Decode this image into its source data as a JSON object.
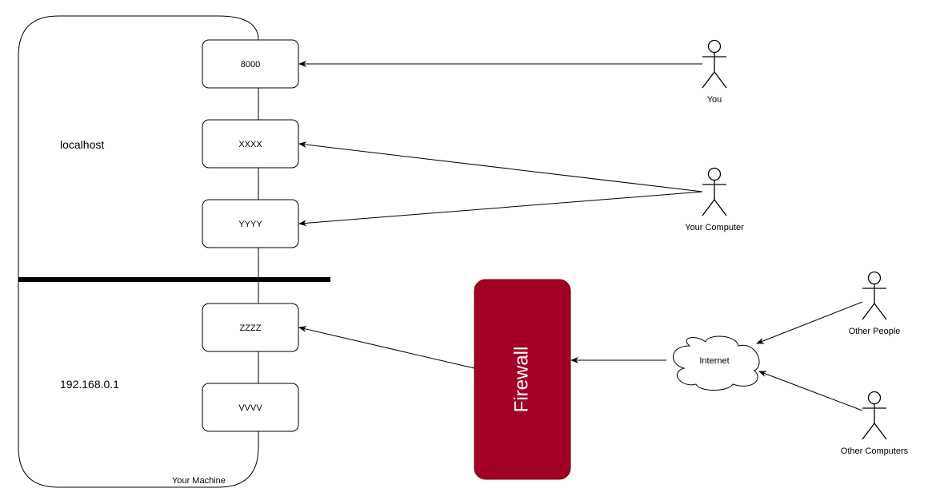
{
  "machine": {
    "caption": "Your Machine"
  },
  "zones": {
    "localhost": "localhost",
    "lan": "192.168.0.1"
  },
  "ports": [
    {
      "id": "p8000",
      "label": "8000"
    },
    {
      "id": "pXXXX",
      "label": "XXXX"
    },
    {
      "id": "pYYYY",
      "label": "YYYY"
    },
    {
      "id": "pZZZZ",
      "label": "ZZZZ"
    },
    {
      "id": "pVVVV",
      "label": "VVVV"
    }
  ],
  "firewall": {
    "label": "Firewall",
    "fill": "#a20025",
    "text_color": "#ffffff"
  },
  "internet": {
    "label": "Internet"
  },
  "actors": {
    "you": "You",
    "your_computer": "Your Computer",
    "other_people": "Other People",
    "other_computers": "Other Computers"
  }
}
